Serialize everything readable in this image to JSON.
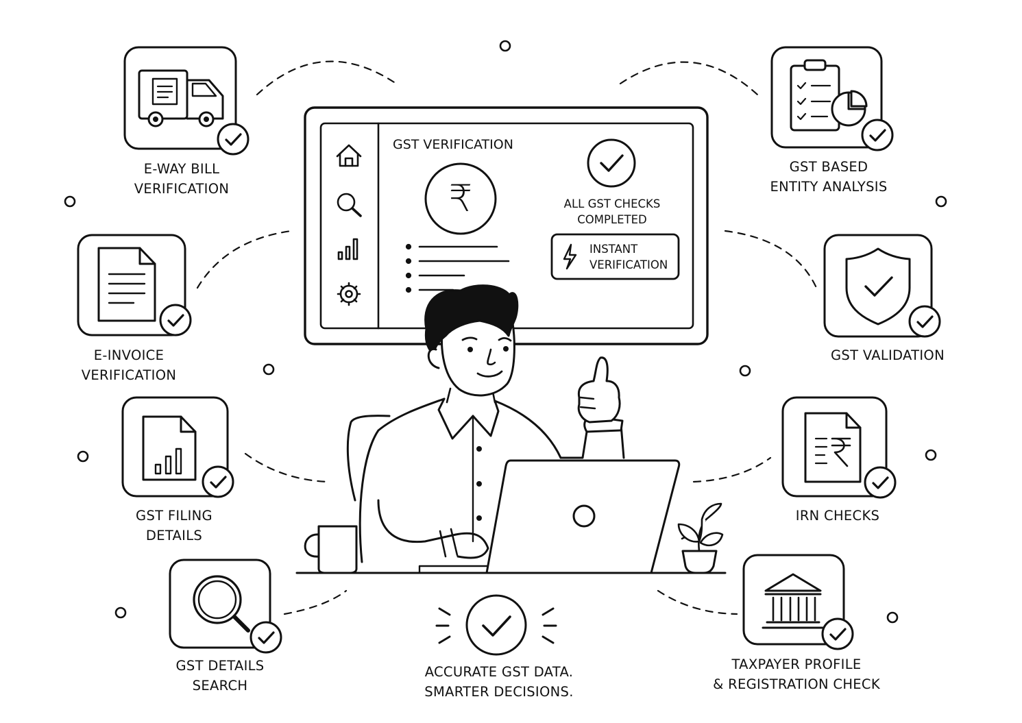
{
  "screen": {
    "title": "GST VERIFICATION",
    "status_line1": "ALL GST CHECKS",
    "status_line2": "COMPLETED",
    "badge_line1": "INSTANT",
    "badge_line2": "VERIFICATION",
    "currency_symbol": "₹",
    "sidebar_icons": [
      "home-icon",
      "search-icon",
      "bar-chart-icon",
      "gear-icon"
    ]
  },
  "features": {
    "eway": [
      "E-WAY BILL",
      "VERIFICATION"
    ],
    "einvoice": [
      "E-INVOICE",
      "VERIFICATION"
    ],
    "filing": [
      "GST FILING",
      "DETAILS"
    ],
    "search": [
      "GST DETAILS",
      "SEARCH"
    ],
    "entity": [
      "GST BASED",
      "ENTITY ANALYSIS"
    ],
    "validation": [
      "GST VALIDATION"
    ],
    "irn": [
      "IRN CHECKS"
    ],
    "taxpayer": [
      "TAXPAYER PROFILE",
      "& REGISTRATION CHECK"
    ]
  },
  "tagline": [
    "ACCURATE GST DATA.",
    "SMARTER DECISIONS."
  ],
  "colors": {
    "ink": "#111111",
    "background": "#ffffff"
  }
}
